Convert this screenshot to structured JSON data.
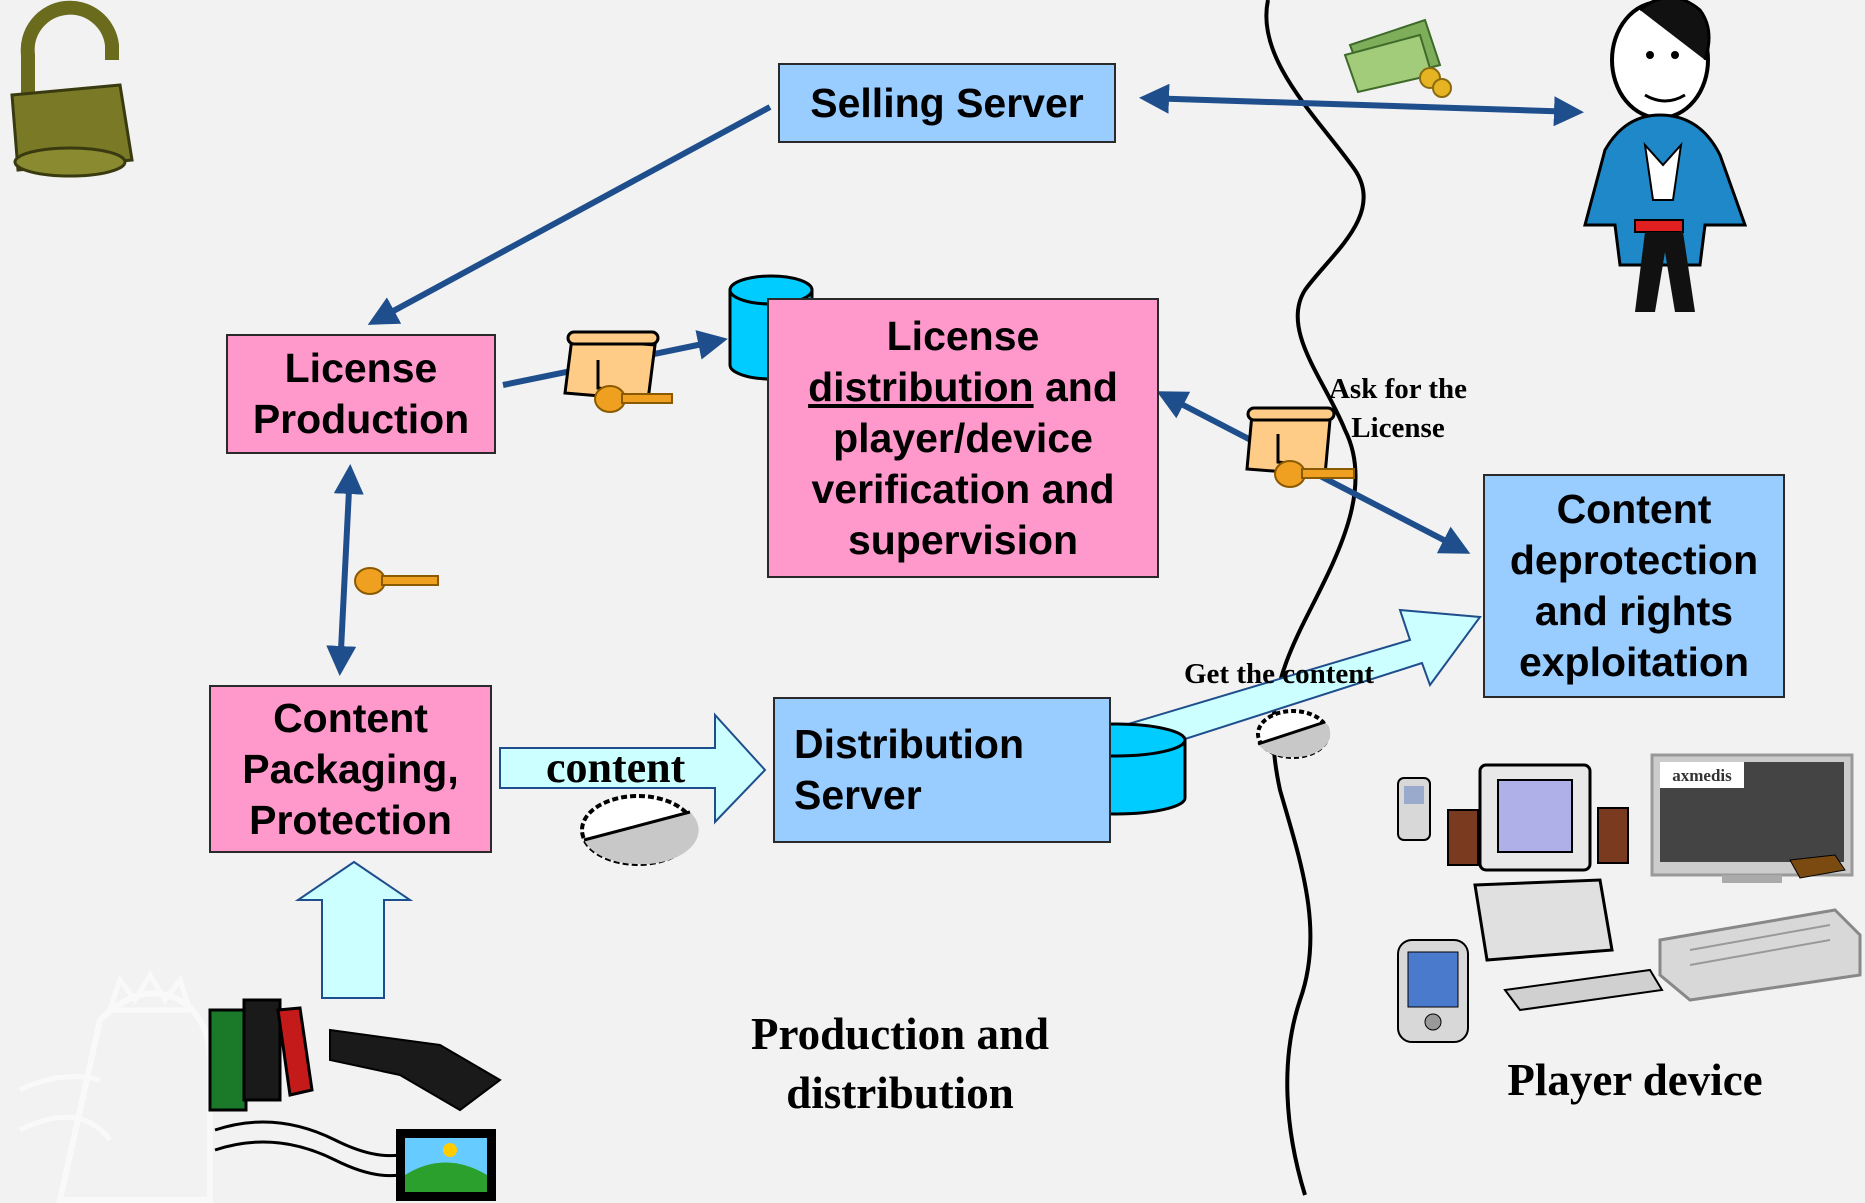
{
  "boxes": {
    "selling_server": {
      "title": "Selling Server"
    },
    "license_production": {
      "lines": [
        "License",
        "Production"
      ]
    },
    "license_distribution": {
      "line1": "License",
      "line2_underlined": "distribution",
      "line2_rest": " and",
      "line3": "player/device",
      "line4": "verification and",
      "line5": "supervision"
    },
    "content_packaging": {
      "lines": [
        "Content",
        "Packaging,",
        "Protection"
      ]
    },
    "distribution_server": {
      "lines": [
        "Distribution",
        "Server"
      ]
    },
    "content_deprotection": {
      "lines": [
        "Content",
        "deprotection",
        "and rights",
        "exploitation"
      ]
    }
  },
  "labels": {
    "content_arrow": "content",
    "ask_license_1": "Ask for the",
    "ask_license_2": "License",
    "get_content": "Get the content",
    "production_1": "Production and",
    "production_2": "distribution",
    "player_device": "Player device"
  },
  "logos": {
    "axmedis": "axmedis"
  },
  "icons": [
    "padlock-icon",
    "money-icon",
    "user-figure-icon",
    "license-scroll-icon",
    "key-icon",
    "database-icon",
    "protected-seal-icon",
    "media-collection-icon",
    "mobile-phone-icon",
    "desktop-computer-icon",
    "tv-screen-icon",
    "pda-icon",
    "set-top-box-icon"
  ],
  "colors": {
    "pink_box": "#ff99cc",
    "blue_box": "#99ccff",
    "arrow": "#1f4e8c",
    "light_arrow_fill": "#ccffff",
    "cylinder": "#00ccff",
    "background": "#f2f2f2"
  }
}
